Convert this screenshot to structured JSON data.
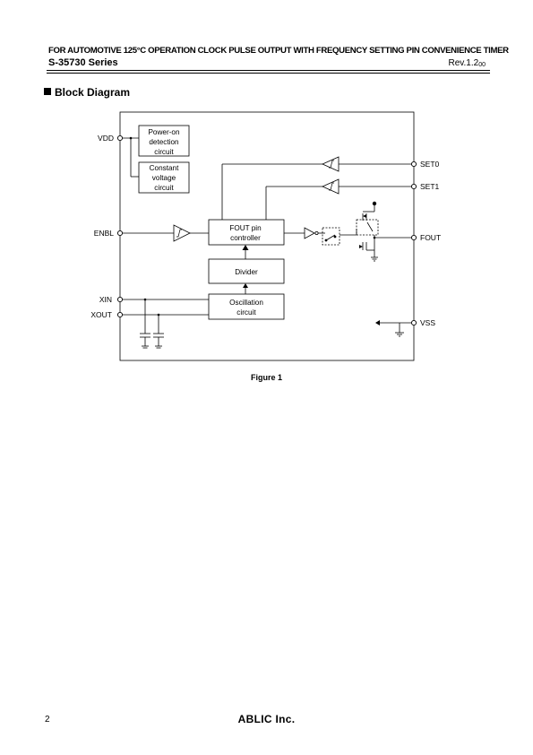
{
  "header": {
    "title": "FOR AUTOMOTIVE 125°C OPERATION CLOCK PULSE OUTPUT WITH FREQUENCY SETTING PIN CONVENIENCE TIMER",
    "series": "S-35730 Series",
    "revision": "Rev.1.2",
    "revision_sub": "00"
  },
  "section": {
    "title": "Block Diagram"
  },
  "diagram": {
    "pins": {
      "vdd": "VDD",
      "enbl": "ENBL",
      "xin": "XIN",
      "xout": "XOUT",
      "set0": "SET0",
      "set1": "SET1",
      "fout": "FOUT",
      "vss": "VSS"
    },
    "blocks": {
      "power_on": [
        "Power-on",
        "detection",
        "circuit"
      ],
      "constant_voltage": [
        "Constant",
        "voltage",
        "circuit"
      ],
      "fout_controller": [
        "FOUT pin",
        "controller"
      ],
      "divider": [
        "Divider"
      ],
      "oscillation": [
        "Oscillation",
        "circuit"
      ]
    }
  },
  "caption": "Figure 1",
  "footer": {
    "page_number": "2",
    "brand": "ABLIC Inc."
  }
}
